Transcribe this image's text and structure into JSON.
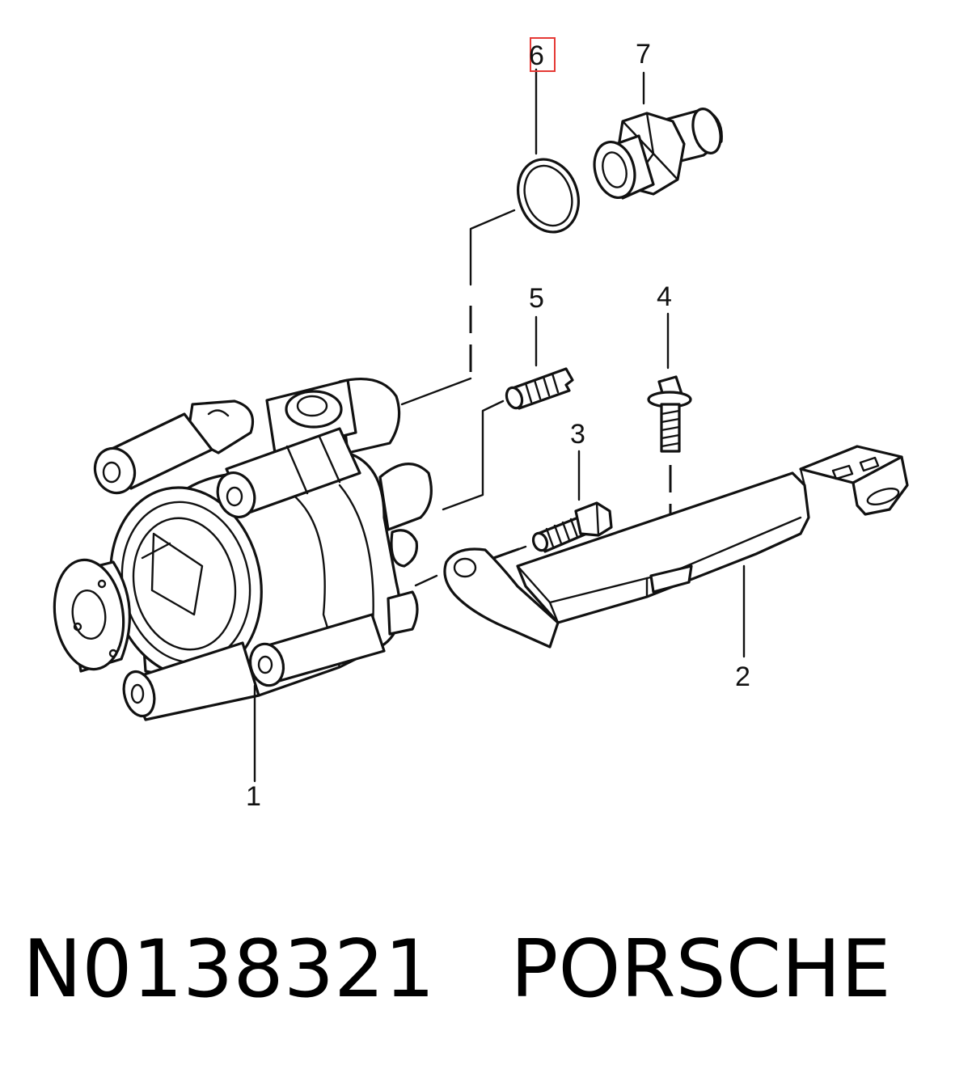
{
  "callouts": [
    {
      "id": "1",
      "label": "1"
    },
    {
      "id": "2",
      "label": "2"
    },
    {
      "id": "3",
      "label": "3"
    },
    {
      "id": "4",
      "label": "4"
    },
    {
      "id": "5",
      "label": "5"
    },
    {
      "id": "6",
      "label": "6",
      "highlighted": true
    },
    {
      "id": "7",
      "label": "7"
    }
  ],
  "caption": {
    "part_number": "N0138321",
    "brand": "PORSCHE"
  },
  "colors": {
    "highlight": "#e53935",
    "ink": "#111111"
  }
}
